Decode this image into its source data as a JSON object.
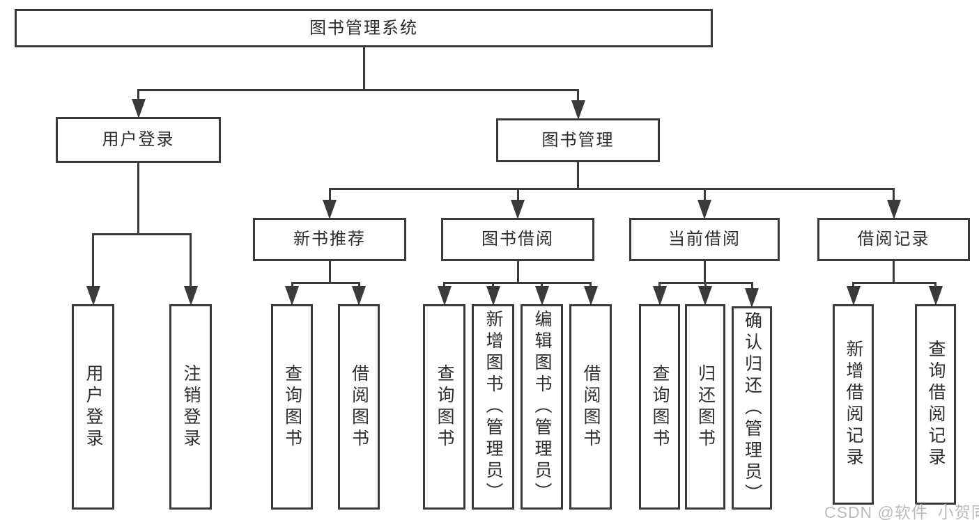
{
  "diagram_title": "图书管理系统",
  "nodes": [
    {
      "id": "root",
      "label": "图书管理系统"
    },
    {
      "id": "user-login",
      "label": "用户登录"
    },
    {
      "id": "book-mgmt",
      "label": "图书管理"
    },
    {
      "id": "new-book-rec",
      "label": "新书推荐"
    },
    {
      "id": "book-borrow",
      "label": "图书借阅"
    },
    {
      "id": "current-borrow",
      "label": "当前借阅"
    },
    {
      "id": "borrow-records",
      "label": "借阅记录"
    },
    {
      "id": "leaf-user-login",
      "label": "用户登录"
    },
    {
      "id": "leaf-logout",
      "label": "注销登录"
    },
    {
      "id": "leaf-nbr-query-books",
      "label": "查询图书"
    },
    {
      "id": "leaf-nbr-borrow-books",
      "label": "借阅图书"
    },
    {
      "id": "leaf-bb-query-books",
      "label": "查询图书"
    },
    {
      "id": "leaf-bb-add-books",
      "label": "新增图书（管理员）"
    },
    {
      "id": "leaf-bb-edit-books",
      "label": "编辑图书（管理员）"
    },
    {
      "id": "leaf-bb-borrow-books",
      "label": "借阅图书"
    },
    {
      "id": "leaf-cb-query-books",
      "label": "查询图书"
    },
    {
      "id": "leaf-cb-return-books",
      "label": "归还图书"
    },
    {
      "id": "leaf-cb-confirm-return",
      "label": "确认归还（管理员）"
    },
    {
      "id": "leaf-br-add-record",
      "label": "新增借阅记录"
    },
    {
      "id": "leaf-br-query-record",
      "label": "查询借阅记录"
    }
  ],
  "edges": [
    {
      "from": "root",
      "to": "user-login"
    },
    {
      "from": "root",
      "to": "book-mgmt"
    },
    {
      "from": "user-login",
      "to": "leaf-user-login"
    },
    {
      "from": "user-login",
      "to": "leaf-logout"
    },
    {
      "from": "book-mgmt",
      "to": "new-book-rec"
    },
    {
      "from": "book-mgmt",
      "to": "book-borrow"
    },
    {
      "from": "book-mgmt",
      "to": "current-borrow"
    },
    {
      "from": "book-mgmt",
      "to": "borrow-records"
    },
    {
      "from": "new-book-rec",
      "to": "leaf-nbr-query-books"
    },
    {
      "from": "new-book-rec",
      "to": "leaf-nbr-borrow-books"
    },
    {
      "from": "book-borrow",
      "to": "leaf-bb-query-books"
    },
    {
      "from": "book-borrow",
      "to": "leaf-bb-add-books"
    },
    {
      "from": "book-borrow",
      "to": "leaf-bb-edit-books"
    },
    {
      "from": "book-borrow",
      "to": "leaf-bb-borrow-books"
    },
    {
      "from": "current-borrow",
      "to": "leaf-cb-query-books"
    },
    {
      "from": "current-borrow",
      "to": "leaf-cb-return-books"
    },
    {
      "from": "current-borrow",
      "to": "leaf-cb-confirm-return"
    },
    {
      "from": "borrow-records",
      "to": "leaf-br-add-record"
    },
    {
      "from": "borrow-records",
      "to": "leaf-br-query-record"
    }
  ],
  "watermark": "CSDN @软件_小贺同学",
  "colors": {
    "line": "#3a3a3a",
    "text": "#2d2d2d",
    "background": "#ffffff",
    "watermark": "#b9bbbd"
  }
}
